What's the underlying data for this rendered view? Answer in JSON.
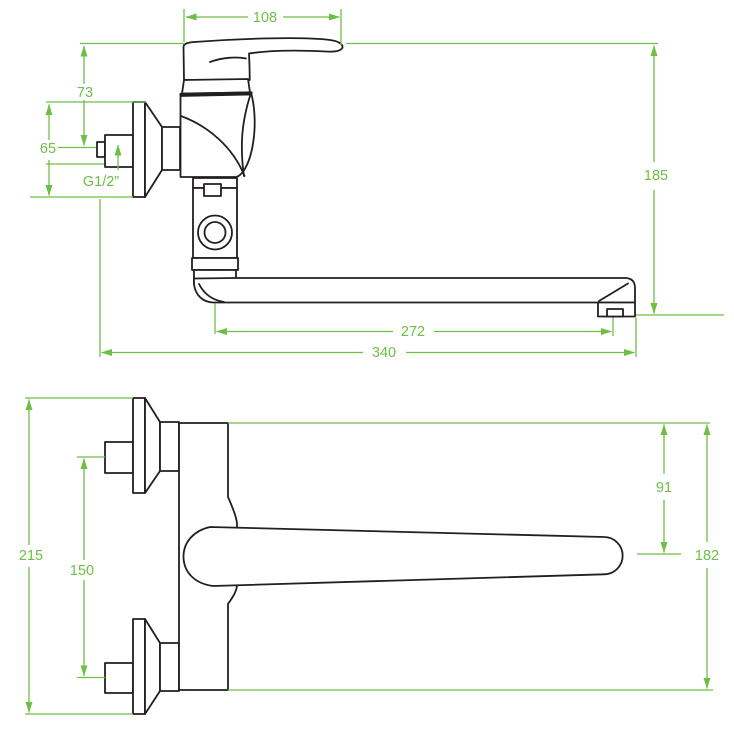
{
  "drawing": {
    "description": "wall-mounted single-lever faucet technical drawing, side view (top) and front view (bottom)",
    "colors": {
      "dimension_green": "#6fbe45",
      "line_art": "#231f20",
      "background": "#ffffff"
    },
    "dims": {
      "side_handle_width": "108",
      "side_top_to_inlet": "73",
      "side_escutcheon": "65",
      "side_thread": "G1/2”",
      "side_overall_height": "185",
      "side_spout_reach": "272",
      "side_overall_depth": "340",
      "front_overall_height": "215",
      "front_inlet_spacing": "150",
      "front_top_to_spout": "91",
      "front_body_height": "182"
    }
  }
}
